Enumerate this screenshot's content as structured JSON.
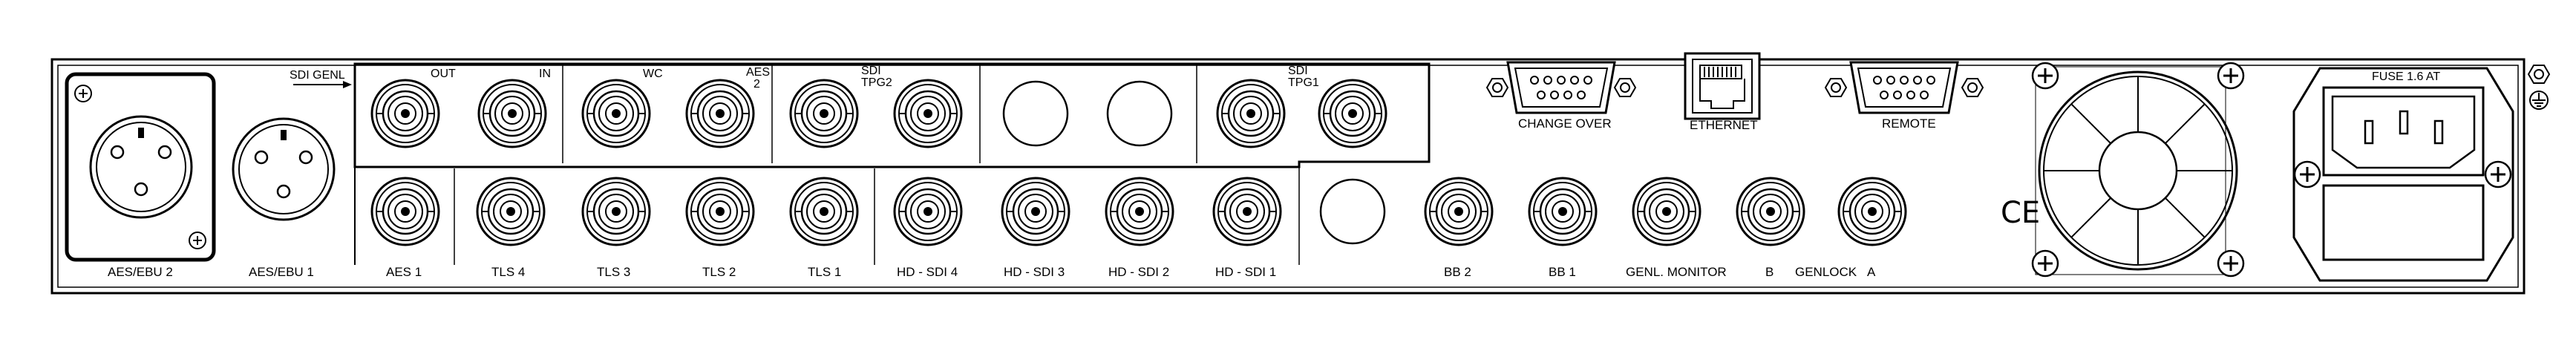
{
  "labels": {
    "aes_ebu_2": "AES/EBU 2",
    "aes_ebu_1": "AES/EBU 1",
    "sdi_genl": "SDI GENL",
    "out": "OUT",
    "in": "IN",
    "wc": "WC",
    "aes_top": "AES",
    "aes_top_2": "2",
    "sdi_tpg2_a": "SDI",
    "sdi_tpg2_b": "TPG2",
    "sdi_tpg1_a": "SDI",
    "sdi_tpg1_b": "TPG1",
    "aes_1": "AES 1",
    "tls_4": "TLS 4",
    "tls_3": "TLS 3",
    "tls_2": "TLS 2",
    "tls_1": "TLS 1",
    "hd_sdi_4": "HD - SDI 4",
    "hd_sdi_3": "HD - SDI 3",
    "hd_sdi_2": "HD - SDI 2",
    "hd_sdi_1": "HD - SDI 1",
    "change_over": "CHANGE OVER",
    "ethernet": "ETHERNET",
    "remote": "REMOTE",
    "bb_2": "BB 2",
    "bb_1": "BB 1",
    "genl_monitor": "GENL. MONITOR",
    "b": "B",
    "genlock": "GENLOCK",
    "a": "A",
    "ce": "CE",
    "fuse": "FUSE 1.6 AT"
  }
}
